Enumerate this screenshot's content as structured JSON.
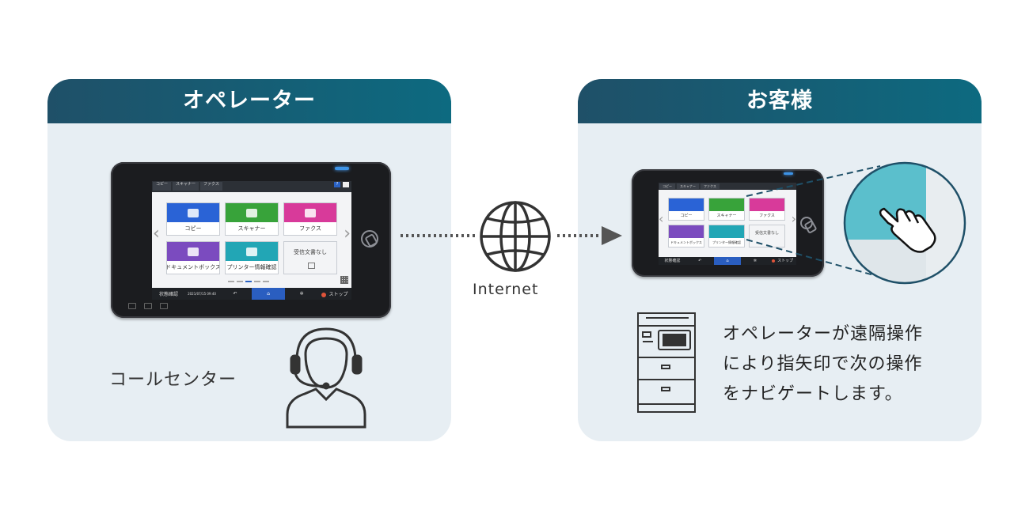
{
  "operator_panel": {
    "title": "オペレーター",
    "caption": "コールセンター"
  },
  "customer_panel": {
    "title": "お客様",
    "description_lines": [
      "オペレーターが遠隔操作",
      "により指矢印で次の操作",
      "をナビゲートします。"
    ]
  },
  "network": {
    "label": "Internet"
  },
  "screen": {
    "tabs": [
      "コピー",
      "スキャナー",
      "ファクス"
    ],
    "help": "?",
    "tiles": [
      {
        "label": "コピー",
        "color": "#2a63d6"
      },
      {
        "label": "スキャナー",
        "color": "#38a33a"
      },
      {
        "label": "ファクス",
        "color": "#d83a9a"
      },
      {
        "label": "ドキュメントボックス",
        "color": "#7b4bbf"
      },
      {
        "label": "プリンター情報確認",
        "color": "#22a6b5"
      },
      {
        "label": "受信文書なし",
        "color": "#f3f4f6"
      }
    ],
    "bottom": {
      "status": "状態確認",
      "datetime": "2021/07/15 09:40",
      "stop": "ストップ"
    }
  },
  "colors": {
    "header_start": "#1f5068",
    "header_end": "#0d6a80",
    "panel_bg": "#e7eef3",
    "zoom_fill": "#5bbfcc",
    "dotted_line": "#555555"
  },
  "icons": [
    "globe-icon",
    "operator-headset-icon",
    "mfp-printer-icon",
    "pointing-hand-icon",
    "arrow-right-icon"
  ]
}
